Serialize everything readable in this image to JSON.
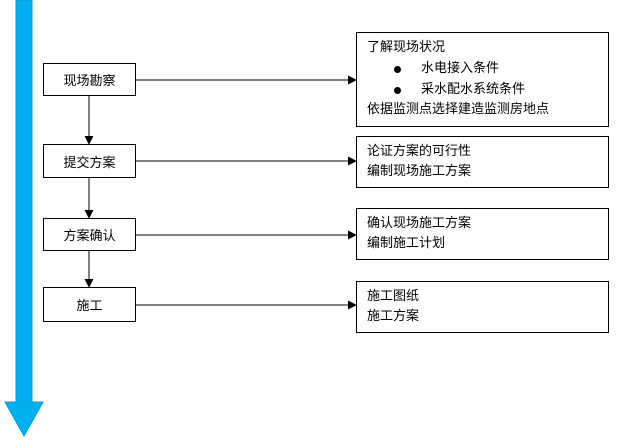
{
  "timeline_arrow_color": "#00B0F0",
  "steps": [
    {
      "label": "现场勘察"
    },
    {
      "label": "提交方案"
    },
    {
      "label": "方案确认"
    },
    {
      "label": "施工"
    }
  ],
  "details": [
    {
      "line1": "了解现场状况",
      "bullet1": "水电接入条件",
      "bullet2": "采水配水系统条件",
      "line2": "依据监测点选择建造监测房地点"
    },
    {
      "line1": "论证方案的可行性",
      "line2": "编制现场施工方案"
    },
    {
      "line1": "确认现场施工方案",
      "line2": "编制施工计划"
    },
    {
      "line1": "施工图纸",
      "line2": "施工方案"
    }
  ]
}
